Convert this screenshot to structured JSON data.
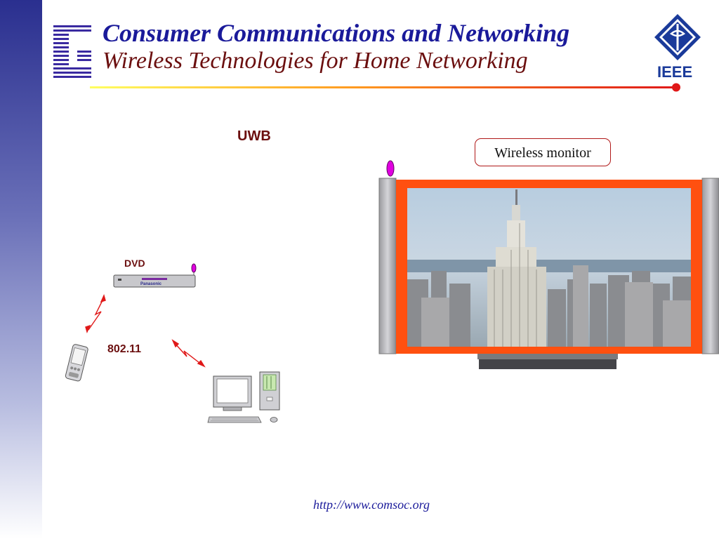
{
  "header": {
    "title": "Consumer Communications and Networking",
    "subtitle": "Wireless Technologies for Home Networking",
    "org_label": "IEEE"
  },
  "diagram": {
    "uwb_label": "UWB",
    "dvd_label": "DVD",
    "dvd_brand": "Panasonic",
    "wifi_label": "802.11",
    "monitor_label": "Wireless monitor"
  },
  "footer": {
    "url": "http://www.comsoc.org"
  },
  "colors": {
    "title": "#1a1a9a",
    "subtitle": "#6b0f0f",
    "monitor_frame": "#ff5010",
    "link_arrow": "#e01818",
    "antenna": "#e000e0"
  }
}
